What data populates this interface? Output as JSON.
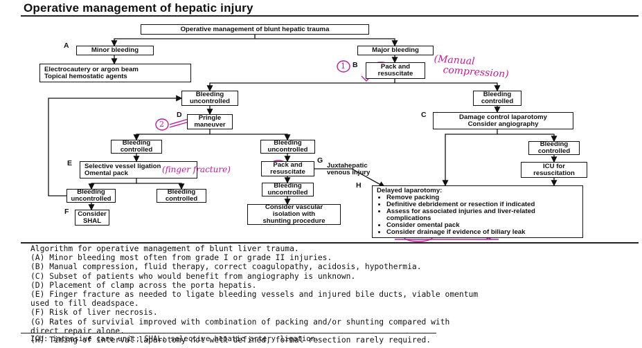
{
  "page_title": "Operative management of hepatic injury",
  "flow": {
    "root": "Operative management of blunt hepatic trauma",
    "minor_bleeding": "Minor bleeding",
    "electrocautery": [
      "Electrocautery or argon beam",
      "Topical hemostatic agents"
    ],
    "major_bleeding": "Major bleeding",
    "pack_resuscitate": [
      "Pack and",
      "resuscitate"
    ],
    "bleeding_uncontrolled": [
      "Bleeding",
      "uncontrolled"
    ],
    "bleeding_controlled": [
      "Bleeding",
      "controlled"
    ],
    "pringle": [
      "Pringle",
      "maneuver"
    ],
    "damage_control": [
      "Damage control laparotomy",
      "Consider angiography"
    ],
    "selective_vessel": [
      "Selective vessel ligation",
      "Omental pack"
    ],
    "juxtahepatic": [
      "Juxtahepatic",
      "venous injury"
    ],
    "icu": [
      "ICU for",
      "resuscitation"
    ],
    "consider_shal": [
      "Consider",
      "SHAL"
    ],
    "vascular_isolation": [
      "Consider vascular",
      "isolation with",
      "shunting procedure"
    ],
    "delayed_title": "Delayed laparotomy:",
    "delayed_items": [
      "Remove packing",
      "Definitive debridement or resection if indicated",
      "Assess for associated injuries and liver-related complications",
      "Consider omental pack",
      "Consider drainage if evidence of biliary leak"
    ],
    "letters": {
      "a": "A",
      "b": "B",
      "c": "C",
      "d": "D",
      "e": "E",
      "f": "F",
      "g": "G",
      "h": "H"
    }
  },
  "annotations": {
    "circle_1": "1",
    "circle_2": "2",
    "manual_compression": [
      "(Manual",
      "compression)"
    ],
    "finger_fracture": "(finger fracture)"
  },
  "caption_lines": [
    "Algorithm for operative management of blunt liver trauma.",
    "(A) Minor bleeding most often from grade I or grade II injuries.",
    "(B) Manual compression, fluid therapy, correct coagulopathy, acidosis, hypothermia.",
    "(C) Subset of patients who would benefit from angiography is unknown.",
    "(D) Placement of clamp across the porta hepatis.",
    "(E) Finger fracture as needed to ligate bleeding vessels and injured bile ducts, viable omentum",
    "used to fill deadspace.",
    "(F) Risk of liver necrosis.",
    "(G) Rates of survivial improved with combination of packing and/or shunting compared with",
    "direct repair alone.",
    "(H) Timing of interval laparotomy not well defined, formal resection rarely required."
  ],
  "footer": "ICU: intensive care unit; SHAL: selective hepatic artery ligation.",
  "colors": {
    "ink": "#c21a9a",
    "line": "#111111"
  }
}
